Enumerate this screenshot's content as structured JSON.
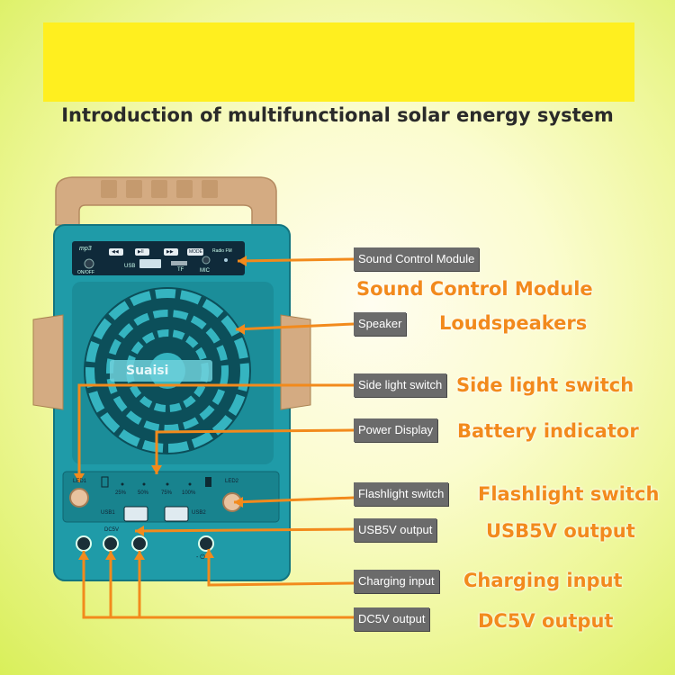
{
  "title": "Introduction of multifunctional solar energy system",
  "device": {
    "brand": "Suaisi",
    "top_panel": {
      "mp3": "mp3",
      "on_off": "ON/OFF",
      "usb": "USB",
      "tf": "TF",
      "mic": "MIC",
      "radio": "Radio FM",
      "buttons": [
        "◀◀",
        "▶II",
        "▶▶",
        "MODE"
      ]
    },
    "bottom_panel": {
      "led1": "LED1",
      "led2": "LED2",
      "usb1": "USB1",
      "usb2": "USB2",
      "dc5v": "DC5V",
      "charge_mark": "- ⏻",
      "battery_levels": [
        "25%",
        "50%",
        "75%",
        "100%"
      ]
    }
  },
  "callouts": [
    {
      "box": "Sound Control Module",
      "label": "Sound Control Module"
    },
    {
      "box": "Speaker",
      "label": "Loudspeakers"
    },
    {
      "box": "Side light switch",
      "label": "Side light switch"
    },
    {
      "box": "Power Display",
      "label": "Battery indicator"
    },
    {
      "box": "Flashlight switch",
      "label": "Flashlight switch"
    },
    {
      "box": "USB5V output",
      "label": "USB5V output"
    },
    {
      "box": "Charging input",
      "label": "Charging input"
    },
    {
      "box": "DC5V output",
      "label": "DC5V output"
    }
  ],
  "colors": {
    "banner": "#ffef1f",
    "device_body": "#1f9ba8",
    "handle": "#d4ab82",
    "callout_line": "#f28a1c",
    "label_box": "#6b6b6b"
  }
}
